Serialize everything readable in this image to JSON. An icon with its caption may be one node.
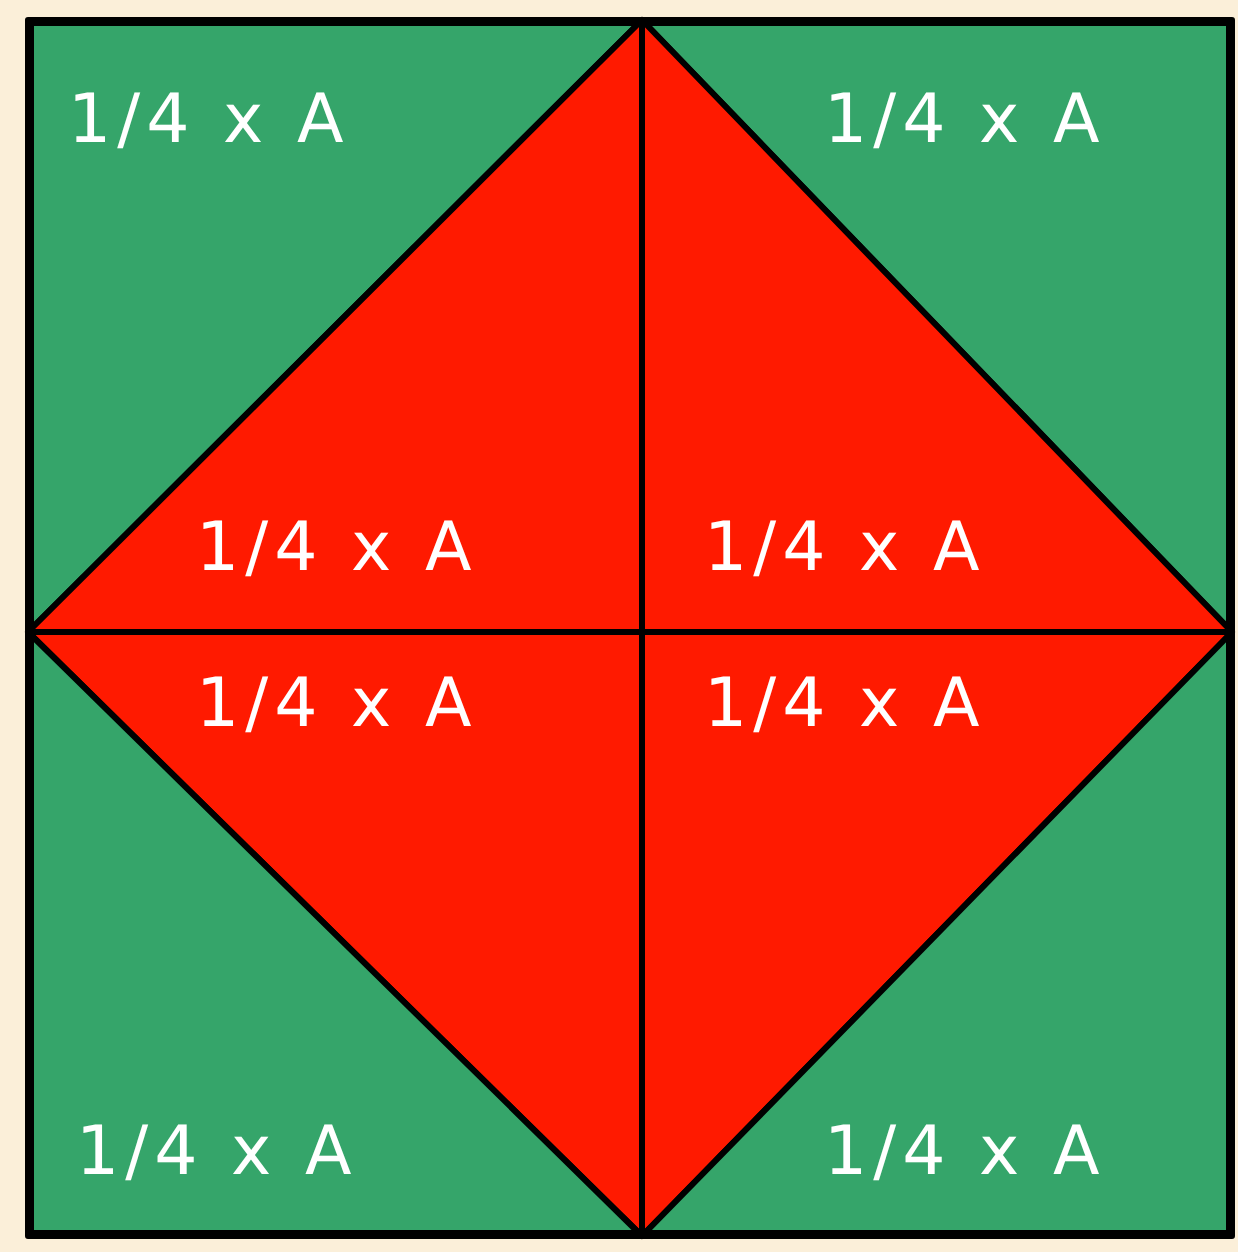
{
  "diagram": {
    "nodes": [
      {
        "text": [
          "1/4 x A"
        ]
      },
      {
        "text": [
          "1/4 x A"
        ]
      },
      {
        "text": [
          "1/4 x A"
        ]
      },
      {
        "text": [
          "1/4 x A"
        ]
      },
      {
        "text": [
          "1/4 x A"
        ]
      },
      {
        "text": [
          "1/4 x A"
        ]
      },
      {
        "text": [
          "1/4 x A"
        ]
      },
      {
        "text": [
          "1/4 x A"
        ]
      }
    ]
  }
}
